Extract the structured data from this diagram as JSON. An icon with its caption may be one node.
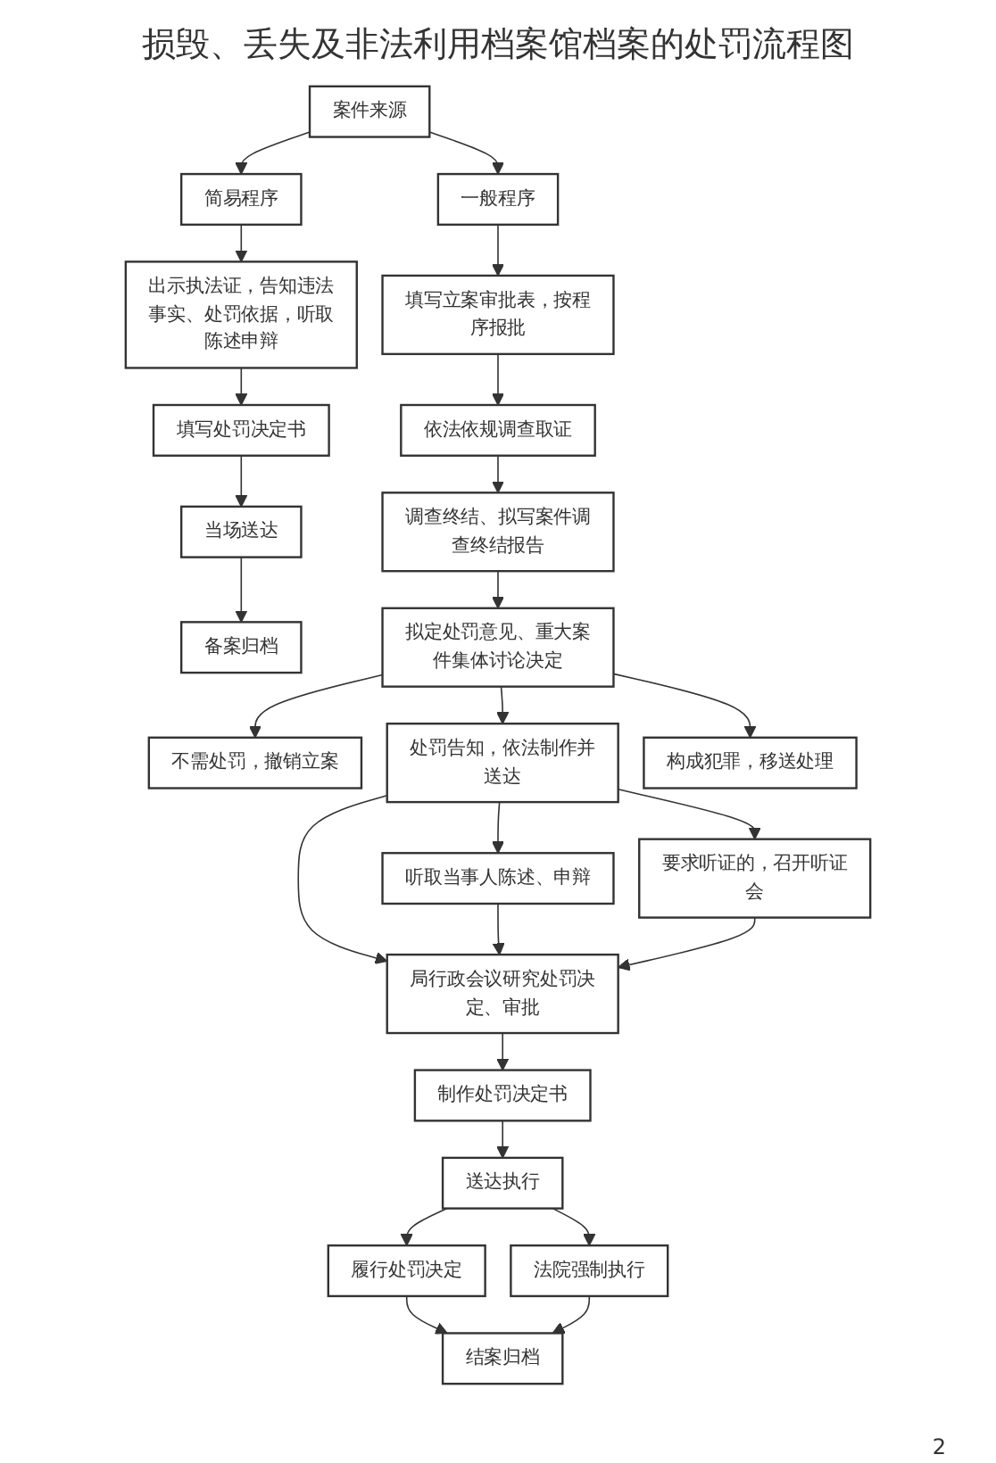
{
  "diagram": {
    "title": "损毁、丢失及非法利用档案馆档案的处罚流程图",
    "nodes": [
      {
        "text": [
          "案件来源"
        ]
      },
      {
        "text": [
          "简易程序"
        ]
      },
      {
        "text": [
          "一般程序"
        ]
      },
      {
        "text": [
          "出示执法证，告知违法事实、处罚依据，听取陈述申辩"
        ]
      },
      {
        "text": [
          "填写处罚决定书"
        ]
      },
      {
        "text": [
          "当场送达"
        ]
      },
      {
        "text": [
          "备案归档"
        ]
      },
      {
        "text": [
          "填写立案审批表，按程序报批"
        ]
      },
      {
        "text": [
          "依法依规调查取证"
        ]
      },
      {
        "text": [
          "调查终结、拟写案件调查终结报告"
        ]
      },
      {
        "text": [
          "拟定处罚意见、重大案件集体讨论决定"
        ]
      },
      {
        "text": [
          "不需处罚，撤销立案"
        ]
      },
      {
        "text": [
          "处罚告知，依法制作并送达"
        ]
      },
      {
        "text": [
          "构成犯罪，移送处理"
        ]
      },
      {
        "text": [
          "听取当事人陈述、申辩"
        ]
      },
      {
        "text": [
          "要求听证的，召开听证会"
        ]
      },
      {
        "text": [
          "局行政会议研究处罚决定、审批"
        ]
      },
      {
        "text": [
          "制作处罚决定书"
        ]
      },
      {
        "text": [
          "送达执行"
        ]
      },
      {
        "text": [
          "履行处罚决定"
        ]
      },
      {
        "text": [
          "法院强制执行"
        ]
      },
      {
        "text": [
          "结案归档"
        ]
      }
    ],
    "edges": [
      {
        "from": 0,
        "to": 1,
        "arrow": "to"
      },
      {
        "from": 0,
        "to": 2,
        "arrow": "to"
      },
      {
        "from": 1,
        "to": 3,
        "arrow": "to"
      },
      {
        "from": 3,
        "to": 4,
        "arrow": "to"
      },
      {
        "from": 4,
        "to": 5,
        "arrow": "to"
      },
      {
        "from": 5,
        "to": 6,
        "arrow": "to"
      },
      {
        "from": 2,
        "to": 7,
        "arrow": "to"
      },
      {
        "from": 7,
        "to": 8,
        "arrow": "to"
      },
      {
        "from": 8,
        "to": 9,
        "arrow": "to"
      },
      {
        "from": 9,
        "to": 10,
        "arrow": "to"
      },
      {
        "from": 10,
        "to": 11,
        "arrow": "to"
      },
      {
        "from": 10,
        "to": 12,
        "arrow": "to"
      },
      {
        "from": 10,
        "to": 13,
        "arrow": "to"
      },
      {
        "from": 12,
        "to": 14,
        "arrow": "to"
      },
      {
        "from": 12,
        "to": 15,
        "arrow": "to"
      },
      {
        "from": 12,
        "to": 16,
        "arrow": "to"
      },
      {
        "from": 14,
        "to": 16,
        "arrow": "to"
      },
      {
        "from": 15,
        "to": 16,
        "arrow": "to"
      },
      {
        "from": 16,
        "to": 17,
        "arrow": "to"
      },
      {
        "from": 17,
        "to": 18,
        "arrow": "to"
      },
      {
        "from": 18,
        "to": 19,
        "arrow": "to"
      },
      {
        "from": 18,
        "to": 20,
        "arrow": "to"
      },
      {
        "from": 19,
        "to": 21,
        "arrow": "to"
      },
      {
        "from": 20,
        "to": 21,
        "arrow": "to"
      }
    ],
    "labels": [
      "2"
    ]
  }
}
